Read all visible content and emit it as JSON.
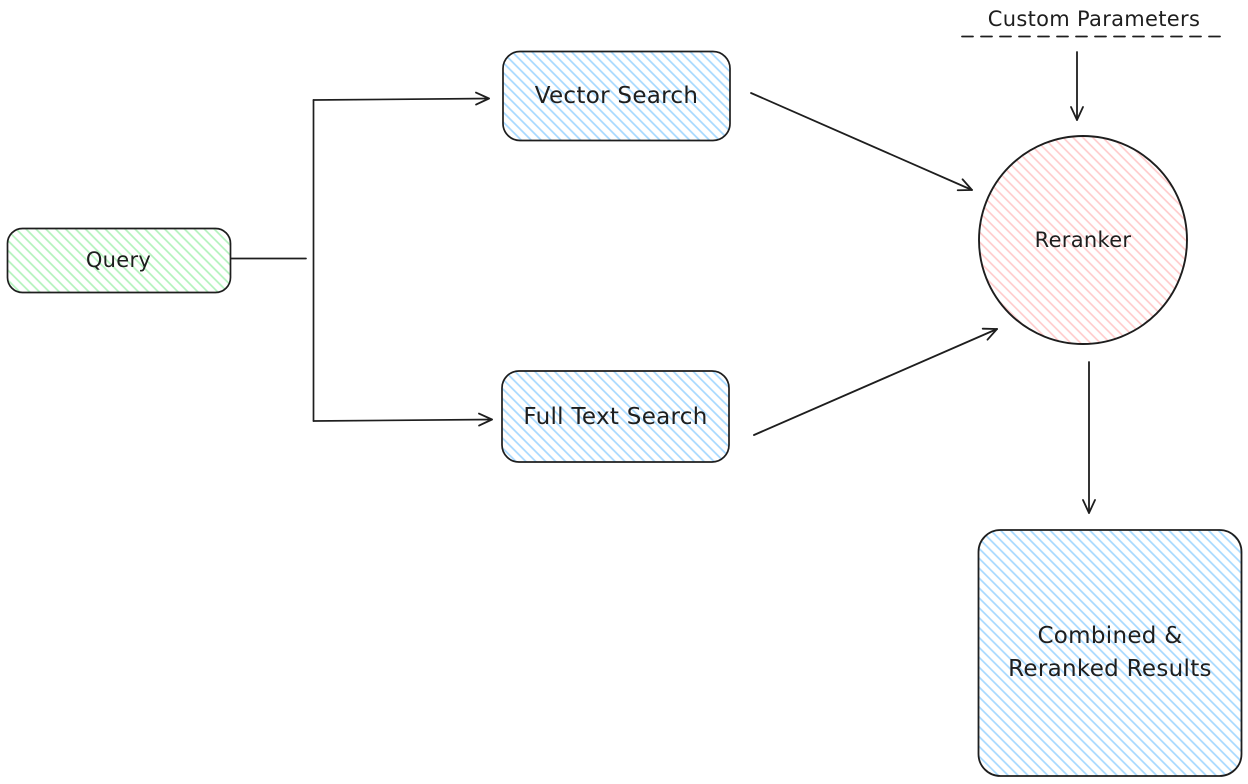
{
  "diagram": {
    "background": "#ffffff",
    "stroke_color": "#1e1e1e",
    "nodes": {
      "query": {
        "label": "Query",
        "shape": "rounded-rectangle",
        "fill_hatch": "#b2f2bb"
      },
      "vector_search": {
        "label": "Vector Search",
        "shape": "rounded-rectangle",
        "fill_hatch": "#a5d8ff"
      },
      "full_text_search": {
        "label": "Full Text Search",
        "shape": "rounded-rectangle",
        "fill_hatch": "#a5d8ff"
      },
      "reranker": {
        "label": "Reranker",
        "shape": "circle",
        "fill_hatch": "#ffc9c9"
      },
      "combined_results": {
        "label": "Combined & Reranked Results",
        "shape": "rounded-rectangle",
        "fill_hatch": "#a5d8ff"
      }
    },
    "annotations": {
      "custom_parameters": {
        "label": "Custom Parameters",
        "underline_style": "dashed"
      }
    },
    "edges": [
      {
        "from": "query",
        "to": "vector_search",
        "style": "elbow-arrow"
      },
      {
        "from": "query",
        "to": "full_text_search",
        "style": "elbow-arrow"
      },
      {
        "from": "vector_search",
        "to": "reranker",
        "style": "straight-arrow"
      },
      {
        "from": "full_text_search",
        "to": "reranker",
        "style": "straight-arrow"
      },
      {
        "from": "custom_parameters",
        "to": "reranker",
        "style": "straight-arrow"
      },
      {
        "from": "reranker",
        "to": "combined_results",
        "style": "straight-arrow"
      }
    ]
  }
}
